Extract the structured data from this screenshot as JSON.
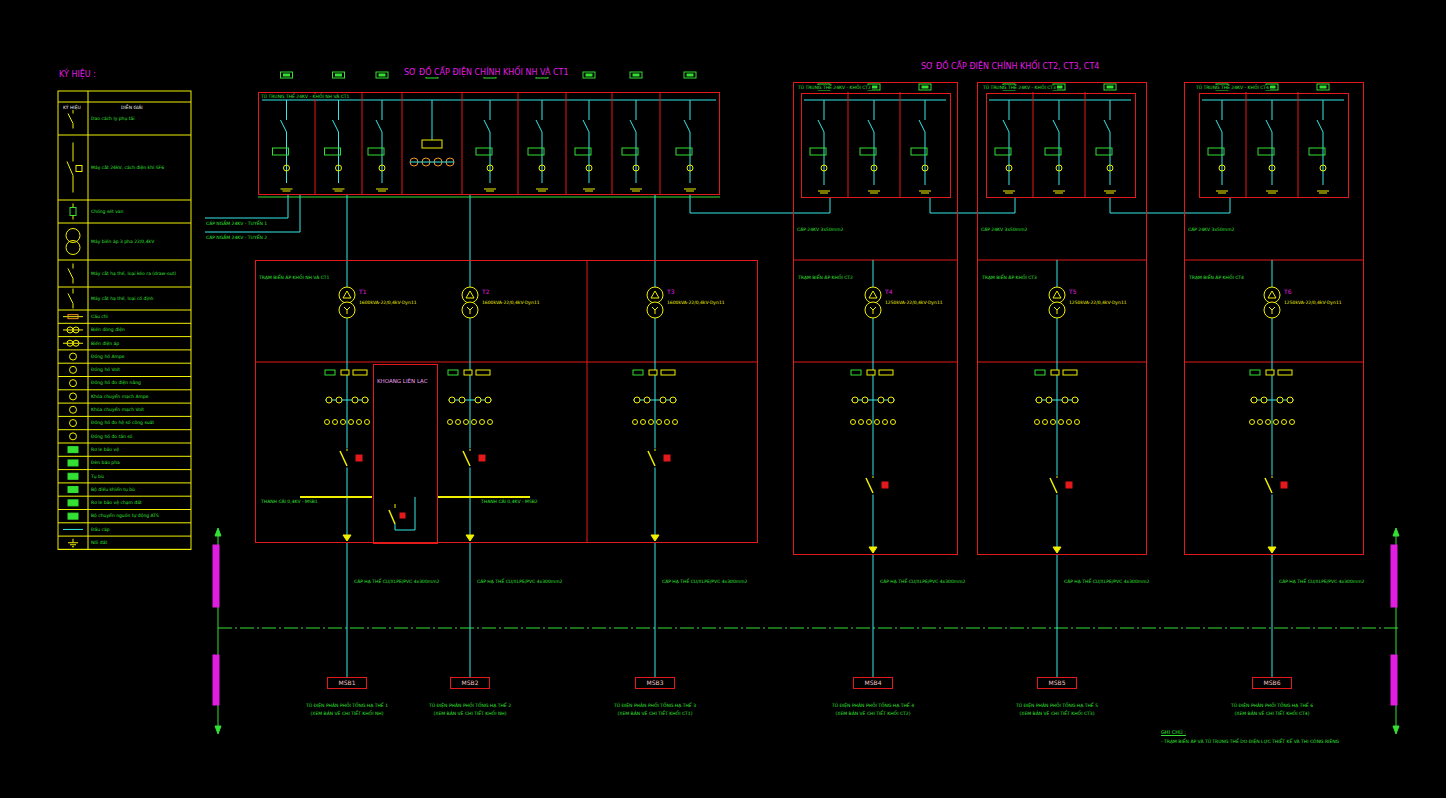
{
  "diagram": {
    "title": "SƠ ĐỒ CẤP ĐIỆN CHÍNH KHỐI NH VÀ CT1",
    "nodes": [
      {
        "text": [
          "TỦ TRUNG THẾ 24KV - KHỐI NH VÀ CT1"
        ]
      },
      {
        "text": [
          "TRẠM BIẾN ÁP KHỐI NH VÀ CT1"
        ]
      },
      {
        "text": [
          "KHOANG LIÊN LẠC"
        ],
        "in": 1
      },
      {
        "text": [
          "TRẠM BIẾN ÁP KHỐI CT2"
        ]
      },
      {
        "text": [
          "TỦ TRUNG THẾ 24KV - KHỐI CT2"
        ],
        "in": 3
      },
      {
        "text": [
          "TRẠM BIẾN ÁP KHỐI CT3"
        ]
      },
      {
        "text": [
          "TỦ TRUNG THẾ 24KV - KHỐI CT3"
        ],
        "in": 5
      },
      {
        "text": [
          "TRẠM BIẾN ÁP KHỐI CT4"
        ]
      },
      {
        "text": [
          "TỦ TRUNG THẾ 24KV - KHỐI CT4"
        ],
        "in": 7
      },
      {
        "text": [
          "MSB1"
        ]
      },
      {
        "text": [
          "MSB2"
        ]
      },
      {
        "text": [
          "MSB3"
        ]
      },
      {
        "text": [
          "MSB4"
        ]
      },
      {
        "text": [
          "MSB5"
        ]
      },
      {
        "text": [
          "MSB6"
        ]
      }
    ],
    "edges": [
      {
        "from": 0,
        "to": 1,
        "arrow": "none"
      },
      {
        "from": 0,
        "to": 1,
        "arrow": "none"
      },
      {
        "from": 0,
        "to": 1,
        "arrow": "none"
      },
      {
        "from": 0,
        "to": 4,
        "arrow": "none",
        "label": "CÁP 24KV 3x50mm2"
      },
      {
        "from": 4,
        "to": 6,
        "arrow": "none",
        "label": "CÁP 24KV 3x50mm2"
      },
      {
        "from": 6,
        "to": 8,
        "arrow": "none",
        "label": "CÁP 24KV 3x50mm2"
      },
      {
        "from": 1,
        "to": 9,
        "arrow": "none",
        "label": "CÁP HẠ THẾ CU/XLPE/PVC 4x300mm2"
      },
      {
        "from": 1,
        "to": 10,
        "arrow": "none",
        "label": "CÁP HẠ THẾ CU/XLPE/PVC 4x300mm2"
      },
      {
        "from": 1,
        "to": 11,
        "arrow": "none",
        "label": "CÁP HẠ THẾ CU/XLPE/PVC 4x300mm2"
      },
      {
        "from": 3,
        "to": 12,
        "arrow": "none",
        "label": "CÁP HẠ THẾ CU/XLPE/PVC 4x300mm2"
      },
      {
        "from": 5,
        "to": 13,
        "arrow": "none",
        "label": "CÁP HẠ THẾ CU/XLPE/PVC 4x300mm2"
      },
      {
        "from": 7,
        "to": 14,
        "arrow": "none",
        "label": "CÁP HẠ THẾ CU/XLPE/PVC 4x300mm2"
      }
    ],
    "labels": [
      "KÝ HIỆU :",
      "SƠ ĐỒ CẤP ĐIỆN CHÍNH KHỐI CT2, CT3, CT4",
      "KÝ HIỆU",
      "DIỄN GIẢI",
      "T1",
      "T2",
      "T3",
      "T4",
      "T5",
      "T6",
      "1600kVA-22/0,4kV-Dyn11",
      "1600kVA-22/0,4kV-Dyn11",
      "1600kVA-22/0,4kV-Dyn11",
      "1250kVA-22/0,4kV-Dyn11",
      "1250kVA-22/0,4kV-Dyn11",
      "1250kVA-22/0,4kV-Dyn11",
      "CÁP NGẦM 24KV - TUYẾN 1",
      "CÁP NGẦM 24KV - TUYẾN 2",
      "THANH CÁI 0,4KV - MSB1",
      "THANH CÁI 0,4KV - MSB2",
      "TỦ ĐIỆN PHÂN PHỐI TỔNG HẠ THẾ 1",
      "(XEM BẢN VẼ CHI TIẾT KHỐI NH)",
      "TỦ ĐIỆN PHÂN PHỐI TỔNG HẠ THẾ 2",
      "(XEM BẢN VẼ CHI TIẾT KHỐI NH)",
      "TỦ ĐIỆN PHÂN PHỐI TỔNG HẠ THẾ 3",
      "(XEM BẢN VẼ CHI TIẾT KHỐI CT1)",
      "TỦ ĐIỆN PHÂN PHỐI TỔNG HẠ THẾ 4",
      "(XEM BẢN VẼ CHI TIẾT KHỐI CT2)",
      "TỦ ĐIỆN PHÂN PHỐI TỔNG HẠ THẾ 5",
      "(XEM BẢN VẼ CHI TIẾT KHỐI CT3)",
      "TỦ ĐIỆN PHÂN PHỐI TỔNG HẠ THẾ 6",
      "(XEM BẢN VẼ CHI TIẾT KHỐI CT4)",
      "GHI CHÚ :",
      "- TRẠM BIẾN ÁP VÀ TỦ TRUNG THẾ DO ĐIỆN LỰC THIẾT KẾ VÀ THI CÔNG RIÊNG"
    ],
    "legend": [
      {
        "text": "Dao cách ly phụ tải"
      },
      {
        "text": "Máy cắt 24kV, cách điện khí SF6"
      },
      {
        "text": "Chống sét van"
      },
      {
        "text": "Máy biến áp 3 pha 22/0,4kV"
      },
      {
        "text": "Máy cắt hạ thế, loại kéo ra (draw-out)"
      },
      {
        "text": "Máy cắt hạ thế, loại cố định"
      },
      {
        "text": "Cầu chì"
      },
      {
        "text": "Biến dòng điện"
      },
      {
        "text": "Biến điện áp"
      },
      {
        "text": "Đồng hồ Ampe"
      },
      {
        "text": "Đồng hồ Volt"
      },
      {
        "text": "Đồng hồ đo điện năng"
      },
      {
        "text": "Khóa chuyển mạch Ampe"
      },
      {
        "text": "Khóa chuyển mạch Volt"
      },
      {
        "text": "Đồng hồ đo hệ số công suất"
      },
      {
        "text": "Đồng hồ đo tần số"
      },
      {
        "text": "Rơ le bảo vệ"
      },
      {
        "text": "Đèn báo pha"
      },
      {
        "text": "Tụ bù"
      },
      {
        "text": "Bộ điều khiển tụ bù"
      },
      {
        "text": "Rơ le bảo vệ chạm đất"
      },
      {
        "text": "Bộ chuyển nguồn tự động ATS"
      },
      {
        "text": "Đầu cáp"
      },
      {
        "text": "Nối đất"
      }
    ]
  }
}
